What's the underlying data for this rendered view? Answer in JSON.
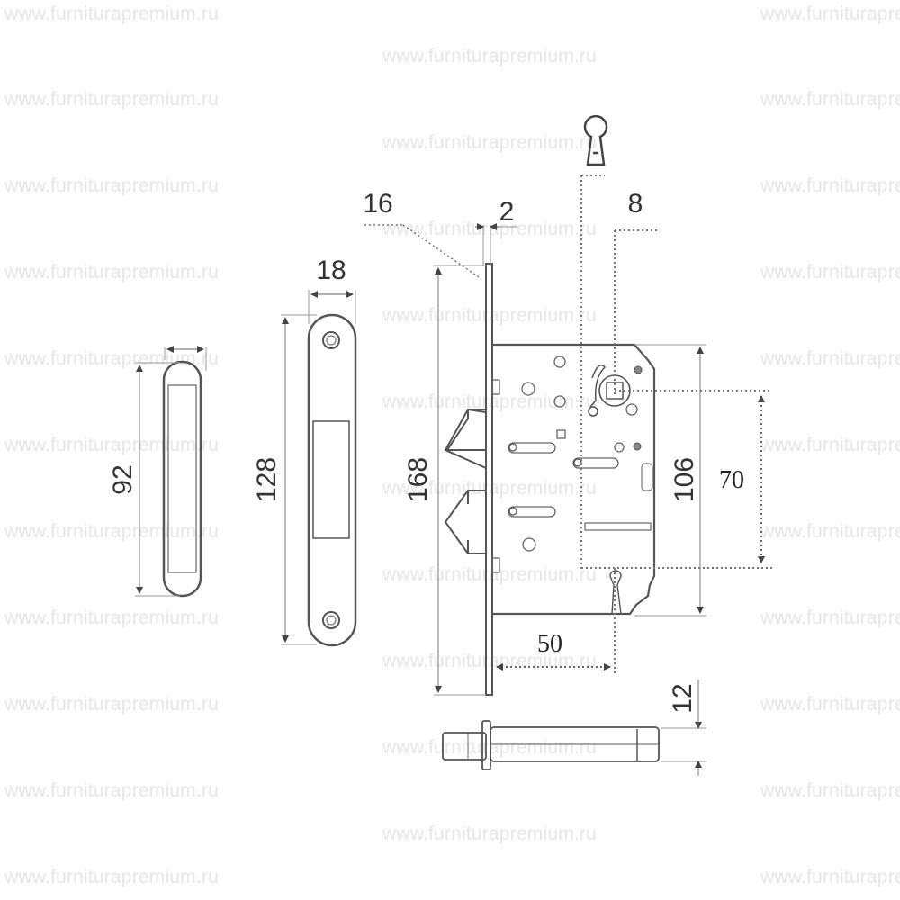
{
  "watermark": {
    "text": "www.furniturapremium.ru",
    "color": "#e6e6e6",
    "left_rows": [
      0,
      1,
      2,
      3,
      4,
      5,
      6,
      7,
      8,
      9,
      10
    ],
    "middle_rows": [
      0,
      1,
      2,
      3,
      4,
      5,
      6,
      7,
      8,
      9
    ]
  },
  "drawing": {
    "title": "Mortise lock technical drawing",
    "line_color": "#555555",
    "dimension_color": "#333333",
    "parts": {
      "key_plate": {
        "height_label": "92"
      },
      "strike_plate": {
        "width_label": "18",
        "height_label": "128"
      },
      "lock_body": {
        "faceplate_height_label": "168",
        "faceplate_width_label": "16",
        "faceplate_thickness_label": "2",
        "spindle_square_label": "8",
        "body_height_label": "106",
        "center_distance_label": "70",
        "backset_label": "50"
      },
      "bolt_pin": {
        "diameter_label": "12"
      }
    }
  }
}
